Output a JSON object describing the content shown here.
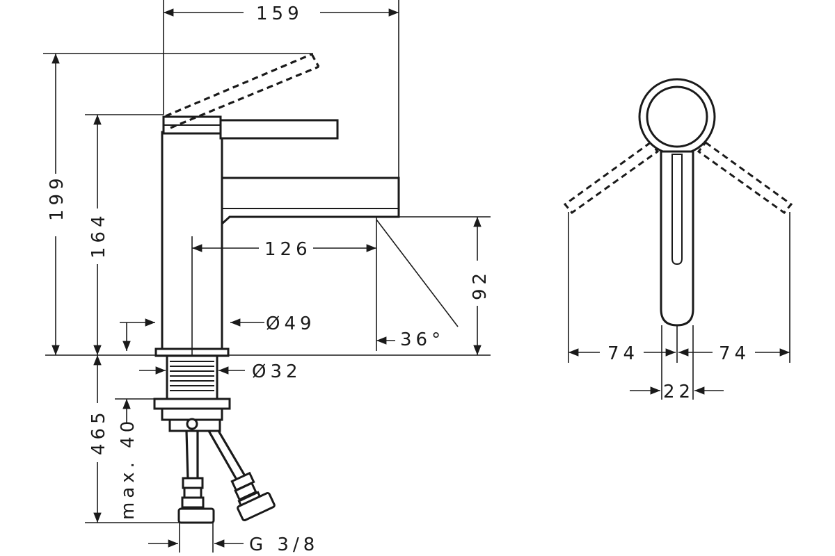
{
  "dimensions": {
    "width_overall": "159",
    "height_total": "199",
    "height_body": "164",
    "spout_reach": "126",
    "spout_height": "92",
    "body_diameter": "Ø49",
    "shank_diameter": "Ø32",
    "angle": "36°",
    "below_counter": "465",
    "max_thickness": "max. 40",
    "connection_thread": "G 3/8",
    "lever_swing_left": "74",
    "lever_swing_right": "74",
    "lever_width": "22"
  }
}
